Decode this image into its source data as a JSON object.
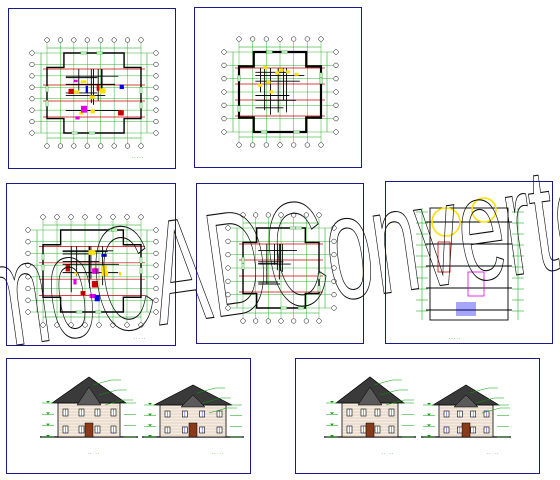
{
  "watermark": "DemoCADConverter",
  "colors": {
    "frame": "#1a1a8c",
    "wall": "#000000",
    "dimension": "#00a000",
    "axis": "#cc0000",
    "highlight": "#ffe000",
    "accent_magenta": "#e000e0",
    "accent_blue": "#0000ee",
    "roof": "#3a3a3a"
  },
  "sheets": [
    {
      "id": "plan-ground",
      "kind": "floor-plan",
      "label": "·····"
    },
    {
      "id": "plan-roof",
      "kind": "floor-plan",
      "label": ""
    },
    {
      "id": "plan-second",
      "kind": "floor-plan",
      "label": "·····"
    },
    {
      "id": "plan-third",
      "kind": "floor-plan",
      "label": ""
    },
    {
      "id": "section",
      "kind": "section",
      "label": "·····"
    },
    {
      "id": "elevations-a",
      "kind": "elevation",
      "label": "·· ··"
    },
    {
      "id": "elevations-b",
      "kind": "elevation",
      "label": "·· ··"
    }
  ]
}
